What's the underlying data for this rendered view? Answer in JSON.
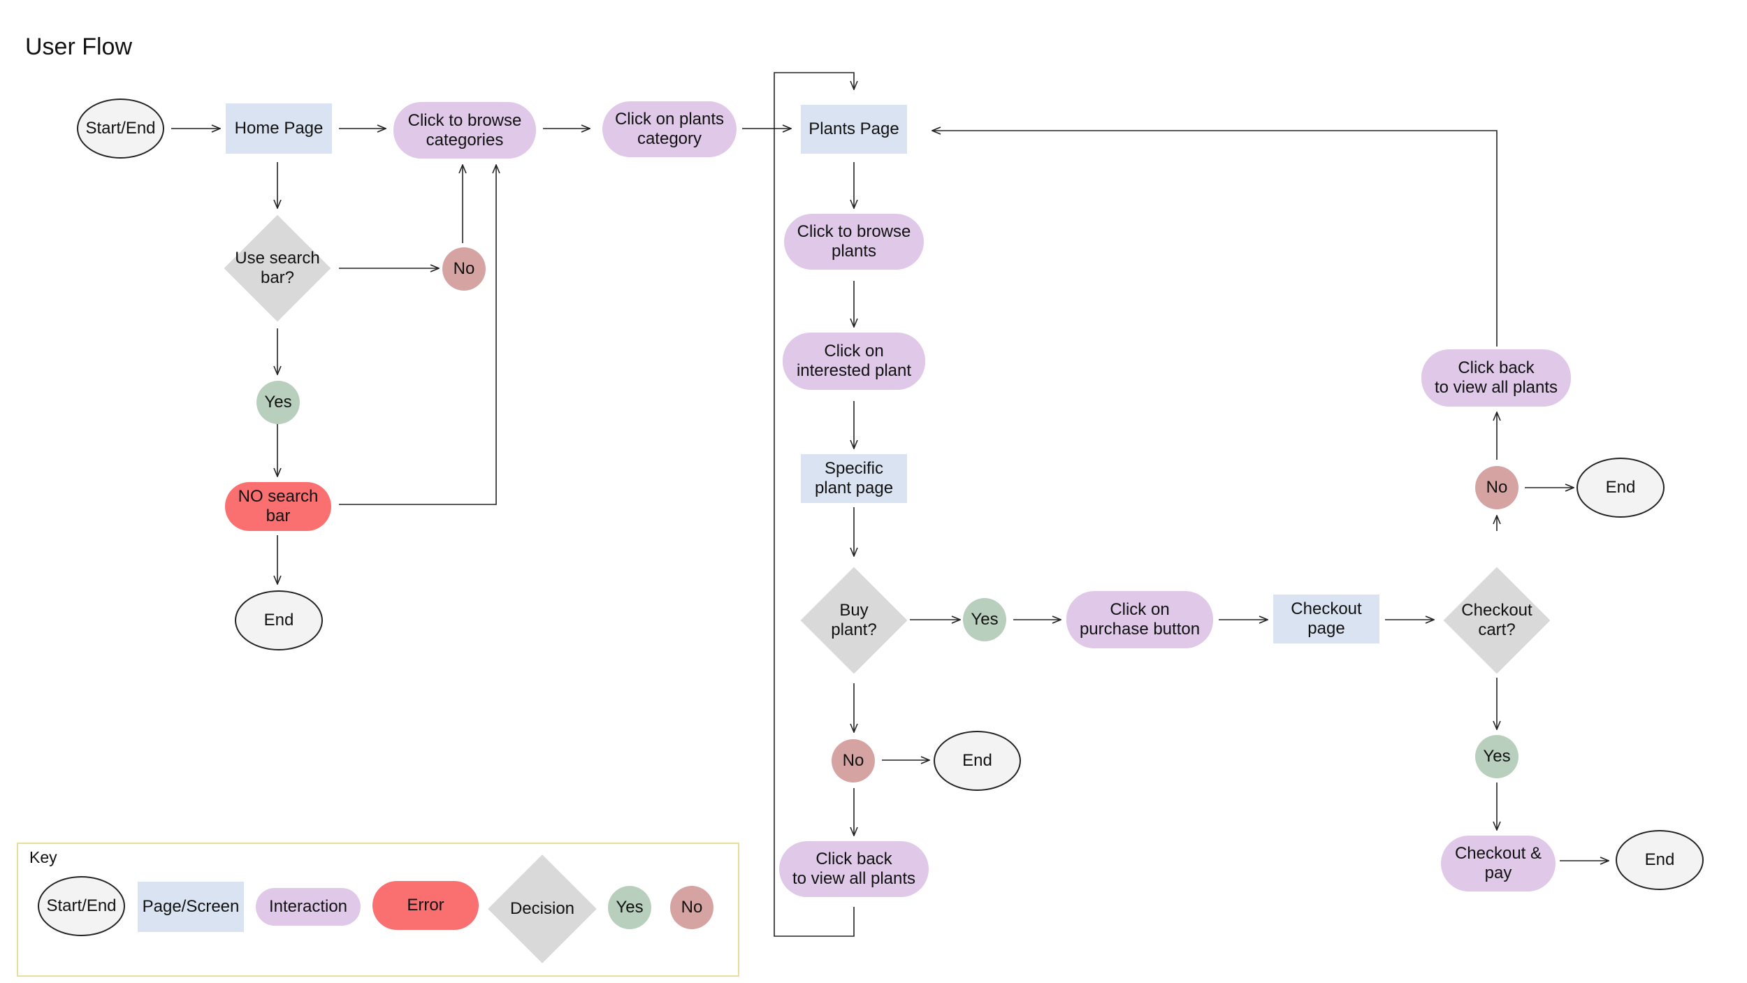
{
  "title": "User Flow",
  "nodes": {
    "start": "Start/End",
    "home_page": "Home Page",
    "browse_categories": "Click to browse\ncategories",
    "plants_category": "Click on plants\ncategory",
    "plants_page": "Plants Page",
    "use_search": "Use search\nbar?",
    "no_search": "No",
    "yes_search": "Yes",
    "no_search_bar": "NO search\nbar",
    "end_left": "End",
    "browse_plants": "Click to browse\nplants",
    "interested_plant": "Click on\ninterested plant",
    "specific_page": "Specific\nplant page",
    "buy_plant": "Buy\nplant?",
    "yes_buy": "Yes",
    "purchase_button": "Click on\npurchase button",
    "checkout_page": "Checkout\npage",
    "checkout_cart": "Checkout\ncart?",
    "no_buy": "No",
    "end_buy": "End",
    "click_back_bottom": "Click back\nto view all plants",
    "click_back_top": "Click back\nto view all plants",
    "no_checkout": "No",
    "end_checkout_no": "End",
    "yes_checkout": "Yes",
    "checkout_pay": "Checkout &\npay",
    "end_pay": "End"
  },
  "key": {
    "title": "Key",
    "start_end": "Start/End",
    "page_screen": "Page/Screen",
    "interaction": "Interaction",
    "error": "Error",
    "decision": "Decision",
    "yes": "Yes",
    "no": "No"
  },
  "colors": {
    "page": "#dae3f2",
    "interaction": "#dfc8e8",
    "error": "#fa7070",
    "decision": "#d9d9d9",
    "yes": "#b9cfbd",
    "no": "#d6a3a3",
    "key_border": "#e9de9e"
  }
}
